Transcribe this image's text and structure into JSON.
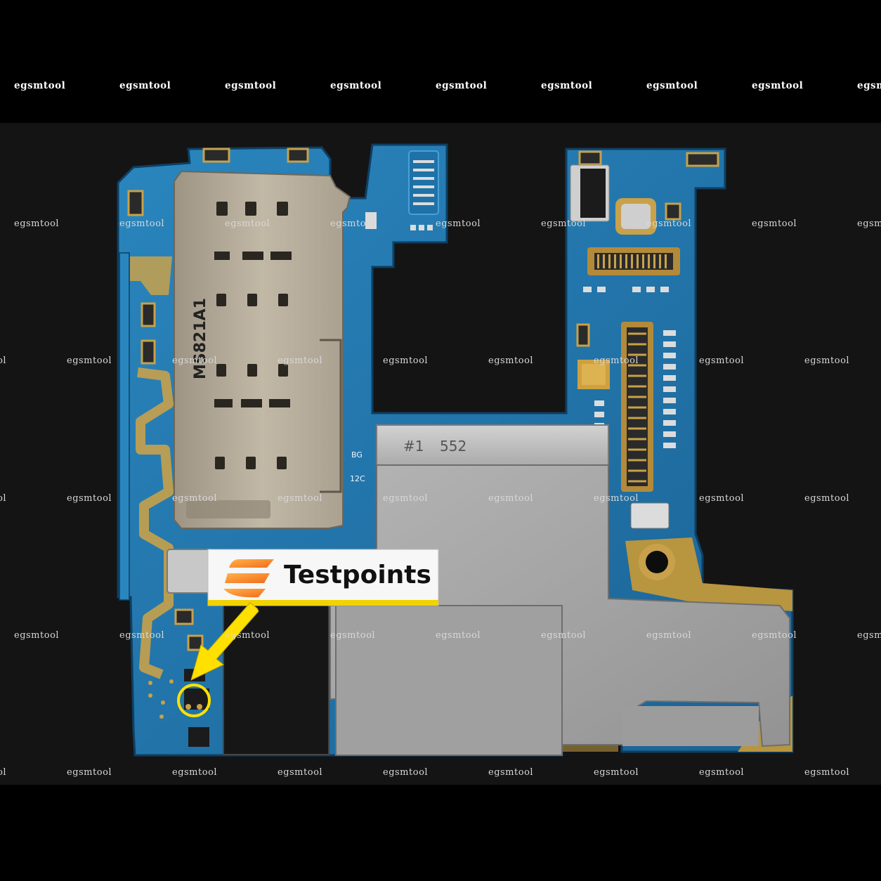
{
  "watermark": {
    "text": "egsmtool"
  },
  "callout": {
    "label": "Testpoints",
    "accent_color": "#F7931E",
    "arrow_color": "#FFE000"
  },
  "board_markings": {
    "sim_tray_code": "MS821A1",
    "shield_code": "#1",
    "shield_number": "552",
    "label_bg": "BG",
    "label_i2c": "12C"
  },
  "colors": {
    "background_top": "#000000",
    "background_photo": "#141414",
    "pcb_blue": "#1E72A8",
    "copper": "#C8A14A",
    "shield": "#A3A3A3"
  }
}
